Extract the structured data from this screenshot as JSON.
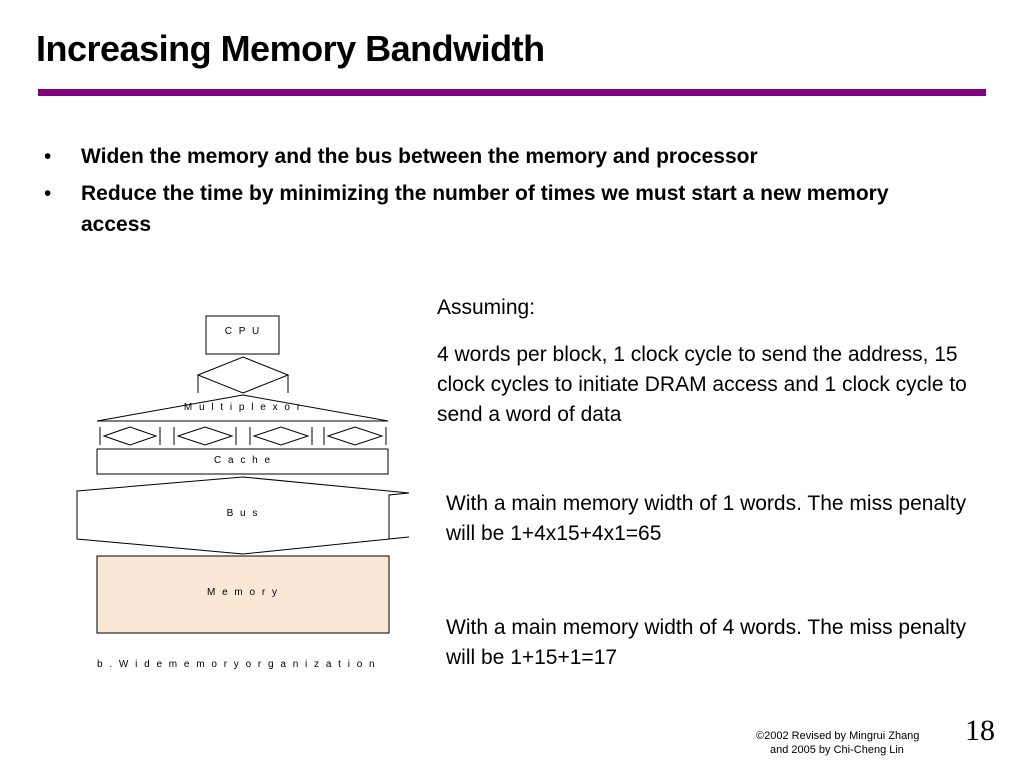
{
  "slide": {
    "title": "Increasing Memory Bandwidth",
    "accent_color": "#800080",
    "bullets": [
      "Widen the memory and the bus between the memory and processor",
      "Reduce the time by minimizing the number of times we must start a new memory access"
    ],
    "bullet_glyph": "•"
  },
  "diagram": {
    "cpu_label": "C P U",
    "multiplexor_label": "M u l t i p l e x o r",
    "cache_label": "C a c h e",
    "bus_label": "B u s",
    "memory_label": "M e m o r y",
    "caption": "b .  W i d e  m e m o r y  o r g a n i z a t i o n",
    "memory_fill": "#fbe7d5"
  },
  "notes": {
    "assuming_label": "Assuming:",
    "assumptions": "4 words per block, 1 clock cycle to send the address, 15 clock cycles to initiate DRAM access and 1 clock cycle to send a word of data",
    "case_1": "With a main memory width of 1 words. The miss penalty will be 1+4x15+4x1=65",
    "case_2": "With a main memory width of 4 words. The miss penalty will be 1+15+1=17"
  },
  "footer": {
    "copyright_line1": "©2002 Revised by Mingrui Zhang",
    "copyright_line2": "and 2005 by Chi-Cheng Lin",
    "page_number": "18"
  }
}
